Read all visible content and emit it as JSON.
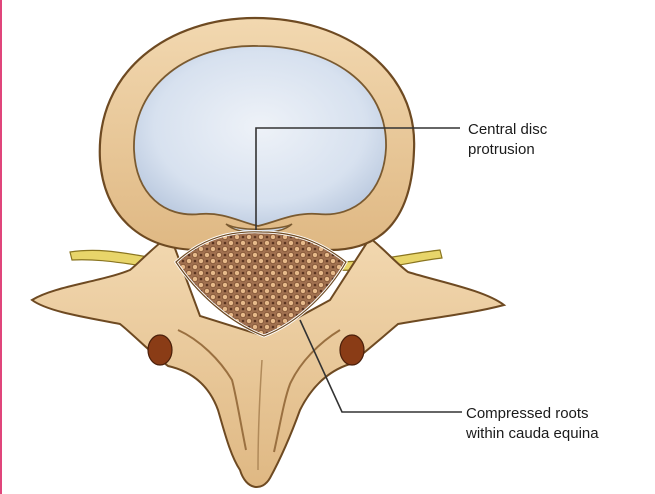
{
  "labels": {
    "disc": {
      "line1": "Central disc",
      "line2": "protrusion"
    },
    "roots": {
      "line1": "Compressed roots",
      "line2": "within cauda equina"
    }
  },
  "colors": {
    "bone_fill": "#e7c79a",
    "bone_stroke": "#6e4a22",
    "disc_fill": "#d7e1ef",
    "canal_fill": "#9c6b4c",
    "nerve_fill": "#e8d56a",
    "foramen_fill": "#8a3c16",
    "leader_line": "#333333",
    "left_edge_accent": "#e0457b"
  }
}
